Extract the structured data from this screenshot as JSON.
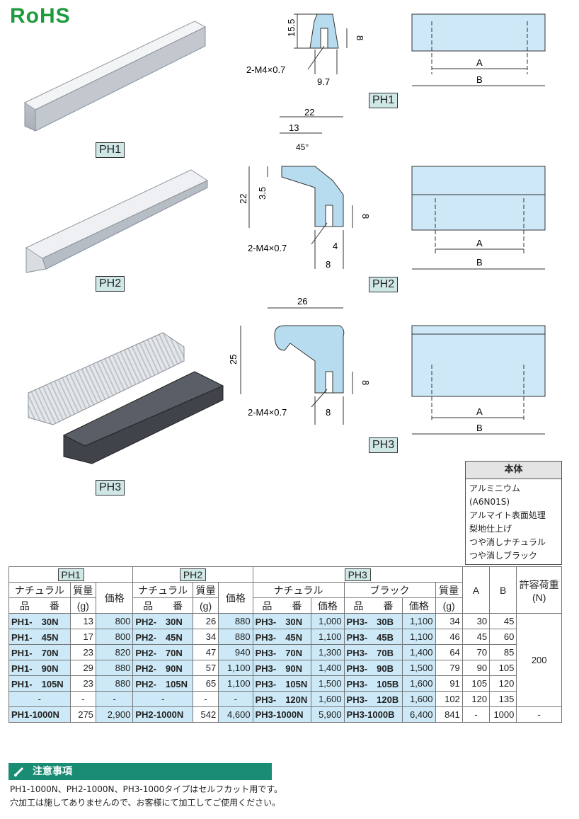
{
  "logo": "RoHS",
  "models": [
    "PH1",
    "PH2",
    "PH3"
  ],
  "dims": {
    "ph1": {
      "height": "15.5",
      "thread": "2-M4×0.7",
      "depth": "9.7",
      "boss": "8"
    },
    "ph2": {
      "width": "22",
      "inner": "13",
      "angle": "45°",
      "lip": "3.5",
      "height": "22",
      "boss": "8",
      "thread": "2-M4×0.7",
      "hole": "4",
      "depth": "8"
    },
    "ph3": {
      "width": "26",
      "height": "25",
      "boss": "8",
      "thread": "2-M4×0.7",
      "depth": "8"
    },
    "label_a": "A",
    "label_b": "B"
  },
  "spec": {
    "title": "本体",
    "lines": [
      "アルミニウム(A6N01S)",
      "アルマイト表面処理",
      "梨地仕上げ",
      "つや消しナチュラル",
      "つや消しブラック"
    ]
  },
  "table": {
    "headers": {
      "ph1": "PH1",
      "ph2": "PH2",
      "ph3": "PH3",
      "natural": "ナチュラル",
      "black": "ブラック",
      "mass": "質量",
      "mass_unit": "(g)",
      "price": "価格",
      "part_no": "品　　番",
      "a": "A",
      "b": "B",
      "load": "許容荷重",
      "load_unit": "(N)"
    },
    "rows": [
      [
        "PH1-　30N",
        "13",
        "800",
        "PH2-　30N",
        "26",
        "880",
        "PH3-　30N",
        "1,000",
        "PH3-　30B",
        "1,100",
        "34",
        "30",
        "45"
      ],
      [
        "PH1-　45N",
        "17",
        "800",
        "PH2-　45N",
        "34",
        "880",
        "PH3-　45N",
        "1,100",
        "PH3-　45B",
        "1,100",
        "46",
        "45",
        "60"
      ],
      [
        "PH1-　70N",
        "23",
        "820",
        "PH2-　70N",
        "47",
        "940",
        "PH3-　70N",
        "1,300",
        "PH3-　70B",
        "1,400",
        "64",
        "70",
        "85"
      ],
      [
        "PH1-　90N",
        "29",
        "880",
        "PH2-　90N",
        "57",
        "1,100",
        "PH3-　90N",
        "1,400",
        "PH3-　90B",
        "1,500",
        "79",
        "90",
        "105"
      ],
      [
        "PH1-　105N",
        "23",
        "880",
        "PH2-　105N",
        "65",
        "1,100",
        "PH3-　105N",
        "1,500",
        "PH3-　105B",
        "1,600",
        "91",
        "105",
        "120"
      ],
      [
        "-",
        "-",
        "-",
        "-",
        "-",
        "-",
        "PH3-　120N",
        "1,600",
        "PH3-　120B",
        "1,600",
        "102",
        "120",
        "135"
      ]
    ],
    "load_value": "200",
    "last_row": [
      "PH1-1000N",
      "275",
      "2,900",
      "PH2-1000N",
      "542",
      "4,600",
      "PH3-1000N",
      "5,900",
      "PH3-1000B",
      "6,400",
      "841",
      "-",
      "1000",
      "-"
    ]
  },
  "notes": {
    "title": "注意事項",
    "lines": [
      "PH1-1000N、PH2-1000N、PH3-1000タイプはセルフカット用です。",
      "穴加工は施してありませんので、お客様にて加工してご使用ください。"
    ]
  }
}
